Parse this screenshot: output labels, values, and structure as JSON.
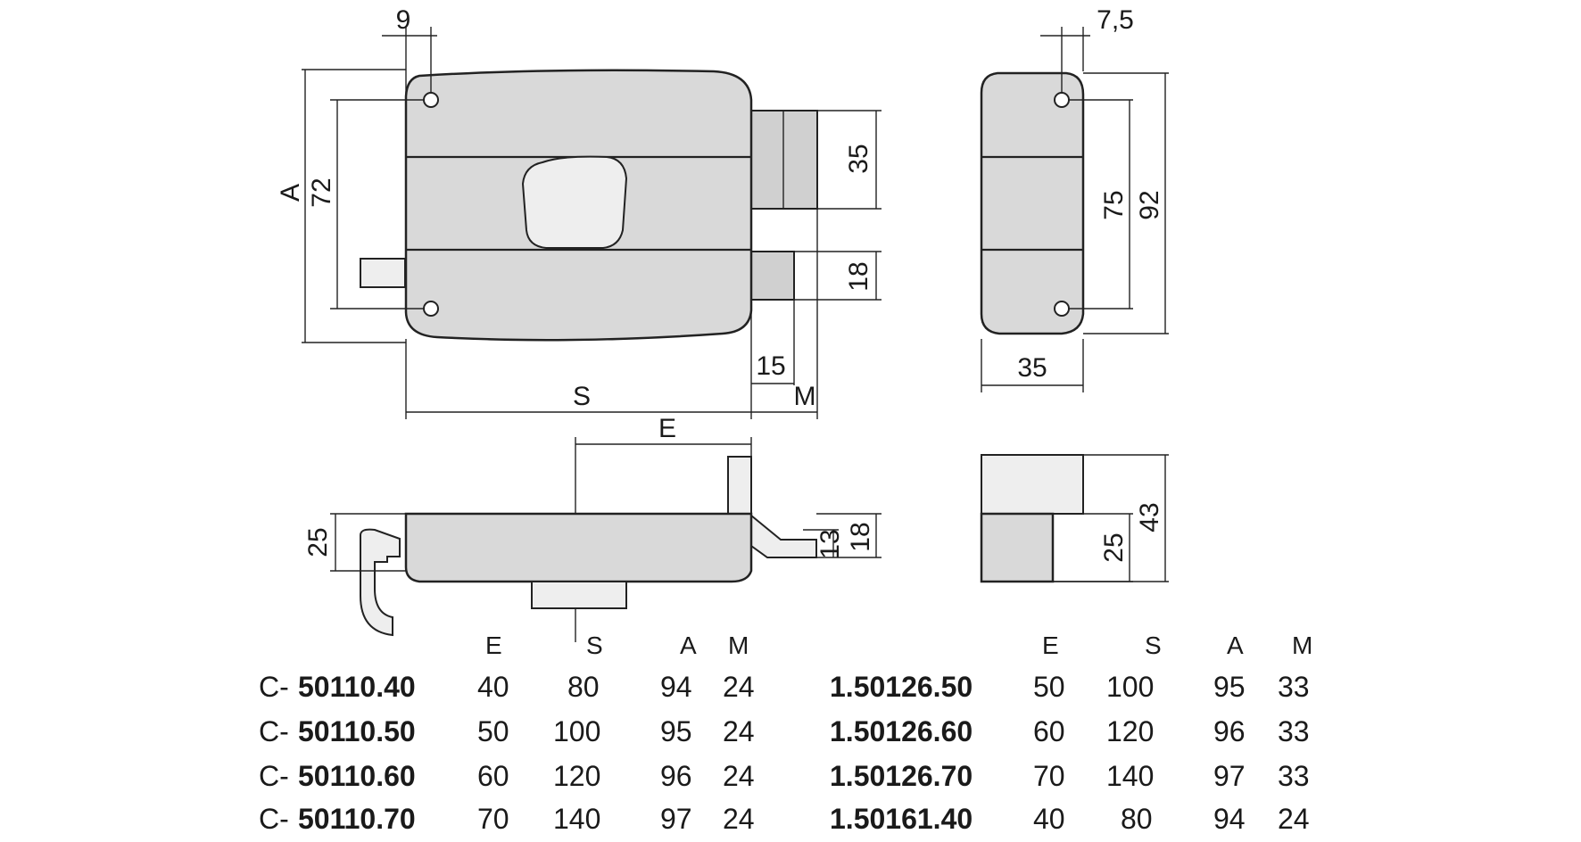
{
  "dimensions": {
    "d9": "9",
    "d7_5": "7,5",
    "d35": "35",
    "d18": "18",
    "d72": "72",
    "dA": "A",
    "d15": "15",
    "dM": "M",
    "dS": "S",
    "dE": "E",
    "d75": "75",
    "d92": "92",
    "d35_side": "35",
    "d25": "25",
    "d13": "13",
    "d18b": "18",
    "d25_side": "25",
    "d43": "43"
  },
  "table_left": {
    "headers": [
      "E",
      "S",
      "A",
      "M"
    ],
    "rows": [
      {
        "prefix": "C-",
        "code": "50110.40",
        "E": "40",
        "S": "80",
        "A": "94",
        "M": "24"
      },
      {
        "prefix": "C-",
        "code": "50110.50",
        "E": "50",
        "S": "100",
        "A": "95",
        "M": "24"
      },
      {
        "prefix": "C-",
        "code": "50110.60",
        "E": "60",
        "S": "120",
        "A": "96",
        "M": "24"
      },
      {
        "prefix": "C-",
        "code": "50110.70",
        "E": "70",
        "S": "140",
        "A": "97",
        "M": "24"
      }
    ]
  },
  "table_right": {
    "headers": [
      "E",
      "S",
      "A",
      "M"
    ],
    "rows": [
      {
        "code": "1.50126.50",
        "E": "50",
        "S": "100",
        "A": "95",
        "M": "33"
      },
      {
        "code": "1.50126.60",
        "E": "60",
        "S": "120",
        "A": "96",
        "M": "33"
      },
      {
        "code": "1.50126.70",
        "E": "70",
        "S": "140",
        "A": "97",
        "M": "33"
      },
      {
        "code": "1.50161.40",
        "E": "40",
        "S": "80",
        "A": "94",
        "M": "24"
      }
    ]
  }
}
